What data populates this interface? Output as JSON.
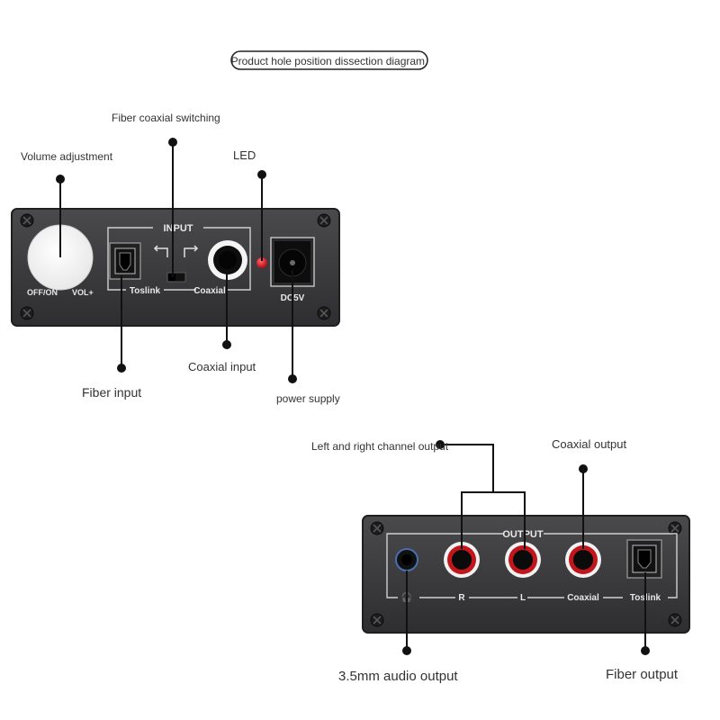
{
  "title": "Product hole position dissection diagram.",
  "input_panel": {
    "section_label": "INPUT",
    "knob_left_label": "OFF/ON",
    "knob_right_label": "VOL+",
    "toslink_label": "Toslink",
    "coaxial_label": "Coaxial",
    "dc_label": "DC5V"
  },
  "input_callouts": {
    "volume": "Volume adjustment",
    "switching": "Fiber coaxial switching",
    "led": "LED",
    "fiber_input": "Fiber input",
    "coaxial_input": "Coaxial input",
    "power": "power supply"
  },
  "output_panel": {
    "section_label": "OUTPUT",
    "r_label": "R",
    "l_label": "L",
    "coaxial_label": "Coaxial",
    "toslink_label": "Toslink",
    "headphone_glyph": "🎧"
  },
  "output_callouts": {
    "lr": "Left and right channel output",
    "coaxial_output": "Coaxial output",
    "audio_35": "3.5mm audio output",
    "fiber_output": "Fiber output"
  },
  "colors": {
    "panel": "#3b3b3d",
    "panel_edge": "#1f1f21",
    "rca_red": "#c0161c",
    "led_red": "#e0141c",
    "line": "#111111"
  }
}
